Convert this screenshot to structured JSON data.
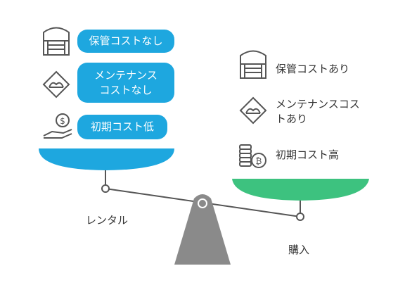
{
  "colors": {
    "rental_pan": "#1ea7df",
    "purchase_pan": "#3dc27f",
    "pill_bg": "#1ea7df",
    "fulcrum": "#8a8a8a",
    "beam": "#555555",
    "icon_stroke": "#555555"
  },
  "rental": {
    "label": "レンタル",
    "items": [
      {
        "icon": "warehouse-icon",
        "text": "保管コストなし"
      },
      {
        "icon": "road-sign-icon",
        "text": "メンテナンスコストなし"
      },
      {
        "icon": "money-hand-icon",
        "text": "初期コスト低"
      }
    ]
  },
  "purchase": {
    "label": "購入",
    "items": [
      {
        "icon": "warehouse-icon",
        "text": "保管コストあり"
      },
      {
        "icon": "road-sign-icon",
        "text": "メンテナンスコストあり"
      },
      {
        "icon": "coin-stack-icon",
        "text": "初期コスト高"
      }
    ]
  }
}
